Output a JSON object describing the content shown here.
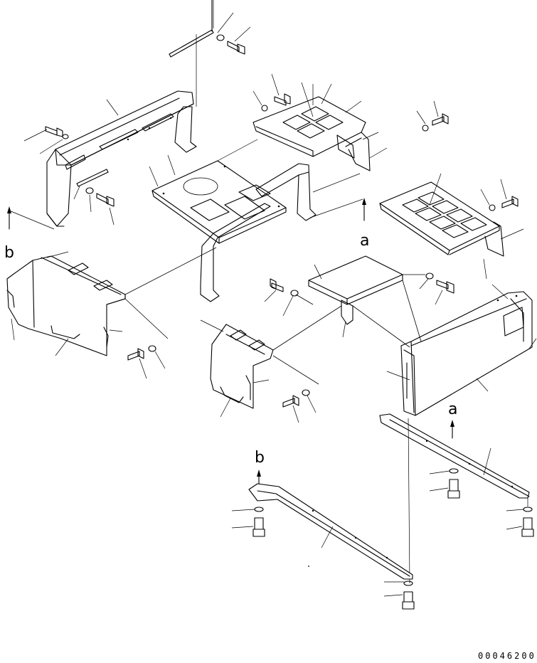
{
  "diagram": {
    "callouts": {
      "a_upper": "a",
      "a_lower": "a",
      "b_left": "b",
      "b_lower": "b"
    },
    "drawing_number": "00046200"
  }
}
